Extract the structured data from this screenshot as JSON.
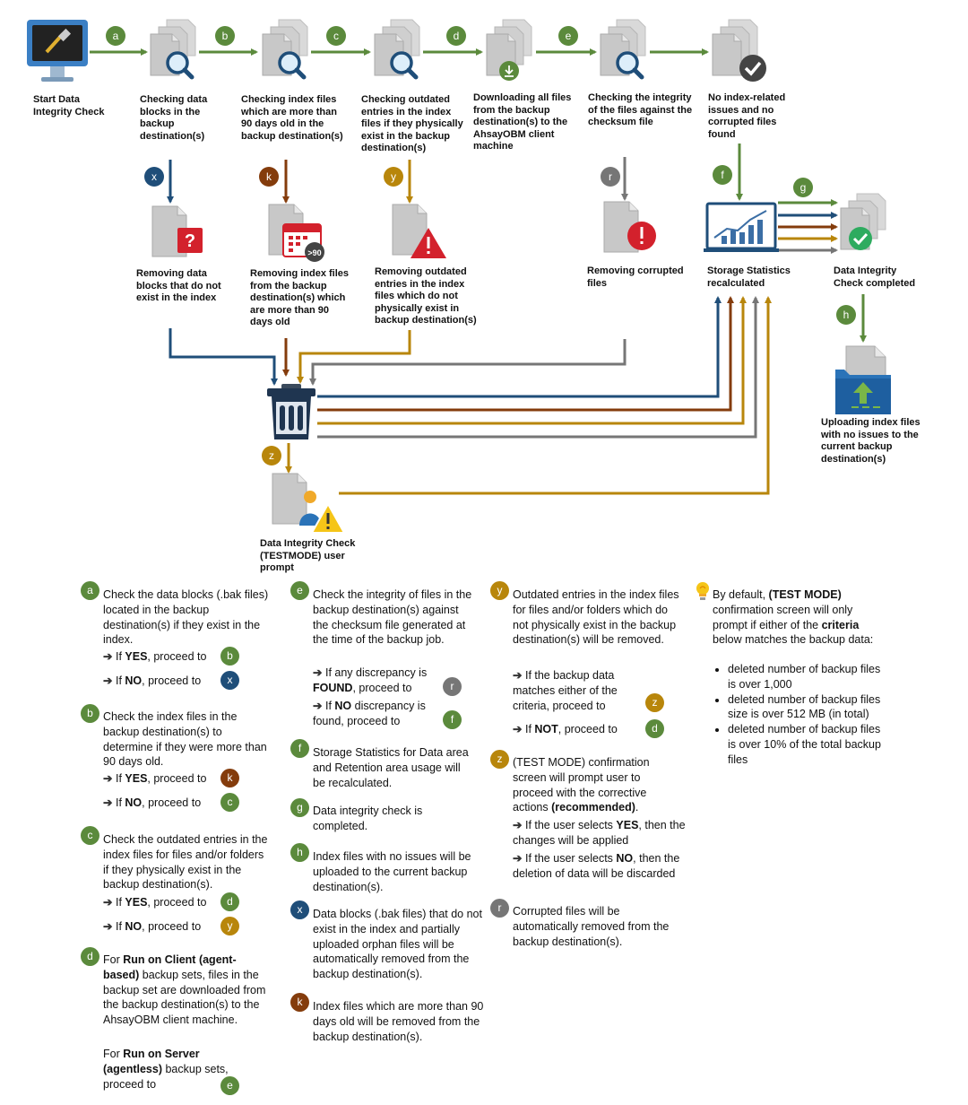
{
  "colors": {
    "green": "#5b8a3c",
    "navy": "#1f4e79",
    "brown": "#843c0c",
    "gold": "#b8860b",
    "gray": "#767676",
    "red": "#d3212c"
  },
  "steps": {
    "start": "Start Data\nIntegrity Check",
    "a": "Checking data\nblocks in the\nbackup\ndestination(s)",
    "b": "Checking index files\nwhich are more than\n90 days old in the\nbackup destination(s)",
    "c": "Checking outdated\nentries in the index\nfiles if they physically\nexist in the backup\ndestination(s)",
    "d": "Downloading all files\nfrom the backup\ndestination(s) to the\nAhsayOBM client\nmachine",
    "e": "Checking the integrity\nof the files against the\nchecksum file",
    "noissue": "No index-related\nissues and no\ncorrupted files\nfound",
    "x": "Removing data\nblocks that do not\nexist in the index",
    "k": "Removing index files\nfrom the backup\ndestination(s) which\nare more than 90\ndays old",
    "y": "Removing outdated\nentries in the index\nfiles which do not\nphysically exist in\nbackup destination(s)",
    "r": "Removing corrupted\nfiles",
    "f": "Storage Statistics\nrecalculated",
    "g": "Data Integrity\nCheck completed",
    "h": "Uploading index files\nwith no issues to the\ncurrent backup\ndestination(s)",
    "z": "Data Integrity Check\n(TESTMODE) user\nprompt"
  },
  "letters": {
    "a": "a",
    "b": "b",
    "c": "c",
    "d": "d",
    "e": "e",
    "f": "f",
    "g": "g",
    "h": "h",
    "x": "x",
    "k": "k",
    "y": "y",
    "r": "r",
    "z": "z"
  },
  "calendar_badge": ">90",
  "legend": {
    "a": {
      "text": "Check the data blocks (.bak files) located in the backup destination(s) if they exist in the index.",
      "yes_pre": "If ",
      "yes": "YES",
      "yes_post": ", proceed to",
      "no_pre": "If ",
      "no": "NO",
      "no_post": ", proceed to"
    },
    "b": {
      "text": "Check the index files in the backup destination(s) to determine if they were more than 90 days old.",
      "yes_pre": "If ",
      "yes": "YES",
      "yes_post": ", proceed to",
      "no_pre": "If ",
      "no": "NO",
      "no_post": ", proceed to"
    },
    "c": {
      "text": "Check the outdated entries in the index files for files and/or folders if they physically exist in the backup destination(s).",
      "yes_pre": "If ",
      "yes": "YES",
      "yes_post": ", proceed to",
      "no_pre": "If ",
      "no": "NO",
      "no_post": ", proceed to"
    },
    "d": {
      "p1_pre": "For ",
      "p1_bold": "Run on Client (agent-based)",
      "p1_post": " backup sets, files in the backup set are downloaded from the backup destination(s) to the AhsayOBM client machine.",
      "p2_pre": "For ",
      "p2_bold": "Run on Server (agentless)",
      "p2_post": " backup sets, proceed to"
    },
    "e": {
      "text": "Check the integrity of files in the backup destination(s) against the checksum file generated at the time of the backup job.",
      "found_pre": "If any discrepancy is ",
      "found_bold": "FOUND",
      "found_post": ", proceed to",
      "nofound_pre": "If ",
      "nofound_bold": "NO",
      "nofound_post": " discrepancy is found, proceed to"
    },
    "f": {
      "text": "Storage Statistics for Data area and Retention area usage will be recalculated."
    },
    "g": {
      "text": "Data integrity check is completed."
    },
    "h": {
      "text": "Index files with no issues will be uploaded to the current backup destination(s)."
    },
    "x": {
      "text": "Data blocks (.bak files) that do not exist in the index and partially uploaded orphan files will be automatically removed from the backup destination(s)."
    },
    "k": {
      "text": "Index files which are more than 90 days old will be removed from the backup destination(s)."
    },
    "y": {
      "text": "Outdated entries in the index files for files and/or folders which do not physically exist in the backup destination(s) will be removed.",
      "match": "If the backup data matches either of the criteria, proceed to",
      "not_pre": "If ",
      "not_bold": "NOT",
      "not_post": ", proceed to"
    },
    "z": {
      "text_pre": "(TEST MODE) confirmation screen will prompt user to proceed with the corrective actions ",
      "text_bold": "(recommended)",
      "text_post": ".",
      "yes_pre": "If the user selects ",
      "yes_bold": "YES",
      "yes_post": ", then the changes will be applied",
      "no_pre": "If the user selects ",
      "no_bold": "NO",
      "no_post": ", then the deletion of data will be discarded"
    },
    "r": {
      "text": "Corrupted files will be automatically removed from the backup destination(s)."
    }
  },
  "note": {
    "pre": "By default, ",
    "bold1": "(TEST MODE)",
    "mid": " confirmation screen will only prompt if either of the ",
    "bold2": "criteria",
    "post": " below matches the backup data:",
    "criteria": [
      "deleted number of backup files is over 1,000",
      "deleted number of backup files size is over 512 MB (in total)",
      "deleted number of backup files is over 10% of the total backup files"
    ]
  }
}
